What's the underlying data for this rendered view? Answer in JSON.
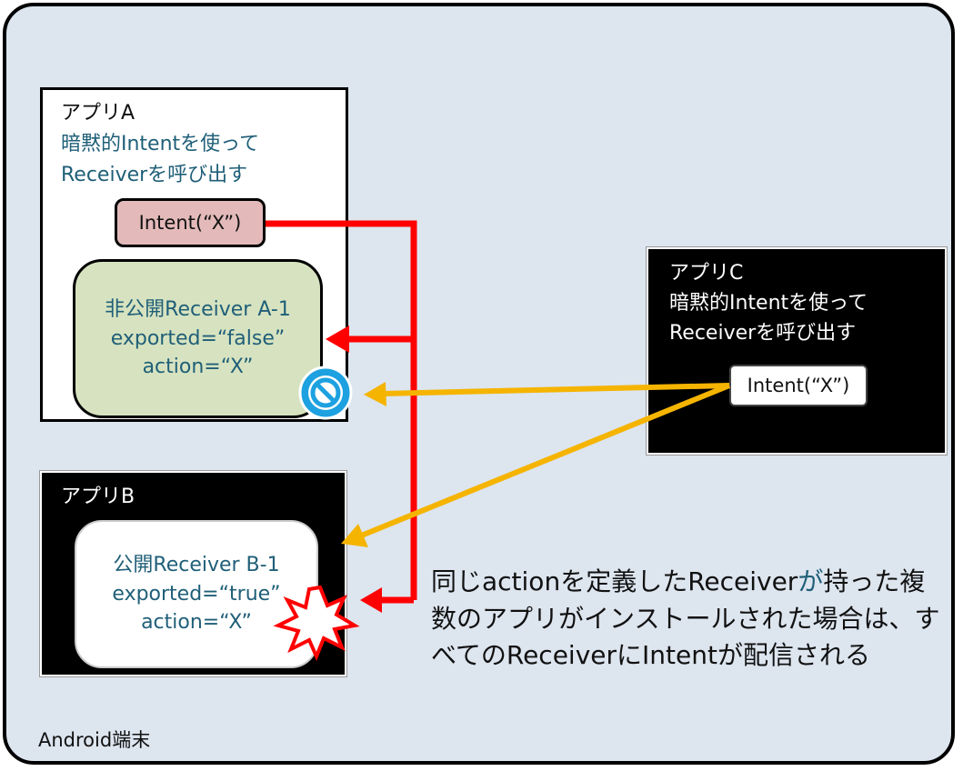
{
  "device": {
    "label": "Android端末"
  },
  "app_a": {
    "title": "アプリA",
    "desc_line1": "暗黙的Intentを使って",
    "desc_line2": "Receiverを呼び出す",
    "intent": "Intent(“X”)",
    "receiver": {
      "name": "非公開Receiver A-1",
      "exported": "exported=“false”",
      "action": "action=“X”"
    }
  },
  "app_b": {
    "title": "アプリB",
    "receiver": {
      "name": "公開Receiver B-1",
      "exported": "exported=“true”",
      "action": "action=“X”"
    }
  },
  "app_c": {
    "title": "アプリC",
    "desc_line1": "暗黙的Intentを使って",
    "desc_line2": "Receiverを呼び出す",
    "intent": "Intent(“X”)"
  },
  "note": {
    "part1": "同じactionを定義したReceiver",
    "part2": "が",
    "part3": "持った複数のアプリがインストールされた場合は、すべてのReceiverにIntentが配信される"
  },
  "colors": {
    "red_arrow": "#ff0000",
    "orange_arrow": "#f5b400",
    "receiver_a_fill": "#d7e3c0",
    "intent_a_fill": "#e3b9b9",
    "text_teal": "#1f5f78",
    "device_bg": "#dde5ef"
  },
  "icons": [
    "prohibited-icon",
    "explosion-icon"
  ]
}
